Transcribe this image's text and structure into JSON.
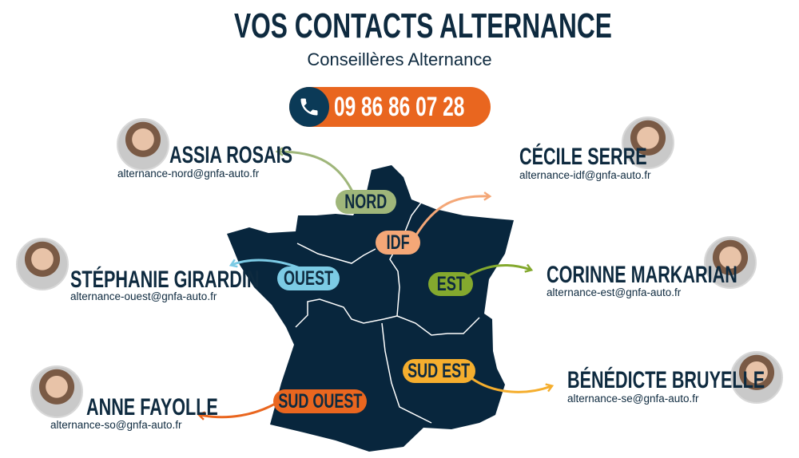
{
  "header": {
    "title": "VOS CONTACTS ALTERNANCE",
    "subtitle": "Conseillères Alternance"
  },
  "phone": {
    "icon": "phone-icon",
    "number": "09 86 86 07 28"
  },
  "regions": [
    {
      "label": "NORD",
      "color": "#9fb67a"
    },
    {
      "label": "IDF",
      "color": "#f4a777"
    },
    {
      "label": "OUEST",
      "color": "#7ccbe5"
    },
    {
      "label": "EST",
      "color": "#84a92e"
    },
    {
      "label": "SUD EST",
      "color": "#f5ae2e"
    },
    {
      "label": "SUD OUEST",
      "color": "#e9661f"
    }
  ],
  "contacts": [
    {
      "name": "ASSIA ROSAIS",
      "email": "alternance-nord@gnfa-auto.fr"
    },
    {
      "name": "CÉCILE SERRE",
      "email": "alternance-idf@gnfa-auto.fr"
    },
    {
      "name": "STÉPHANIE GIRARDIN",
      "email": "alternance-ouest@gnfa-auto.fr"
    },
    {
      "name": "CORINNE MARKARIAN",
      "email": "alternance-est@gnfa-auto.fr"
    },
    {
      "name": "ANNE FAYOLLE",
      "email": "alternance-so@gnfa-auto.fr"
    },
    {
      "name": "BÉNÉDICTE BRUYELLE",
      "email": "alternance-se@gnfa-auto.fr"
    }
  ],
  "colors": {
    "navy": "#0e2a3f",
    "map": "#08263d",
    "orange": "#e9661f"
  }
}
